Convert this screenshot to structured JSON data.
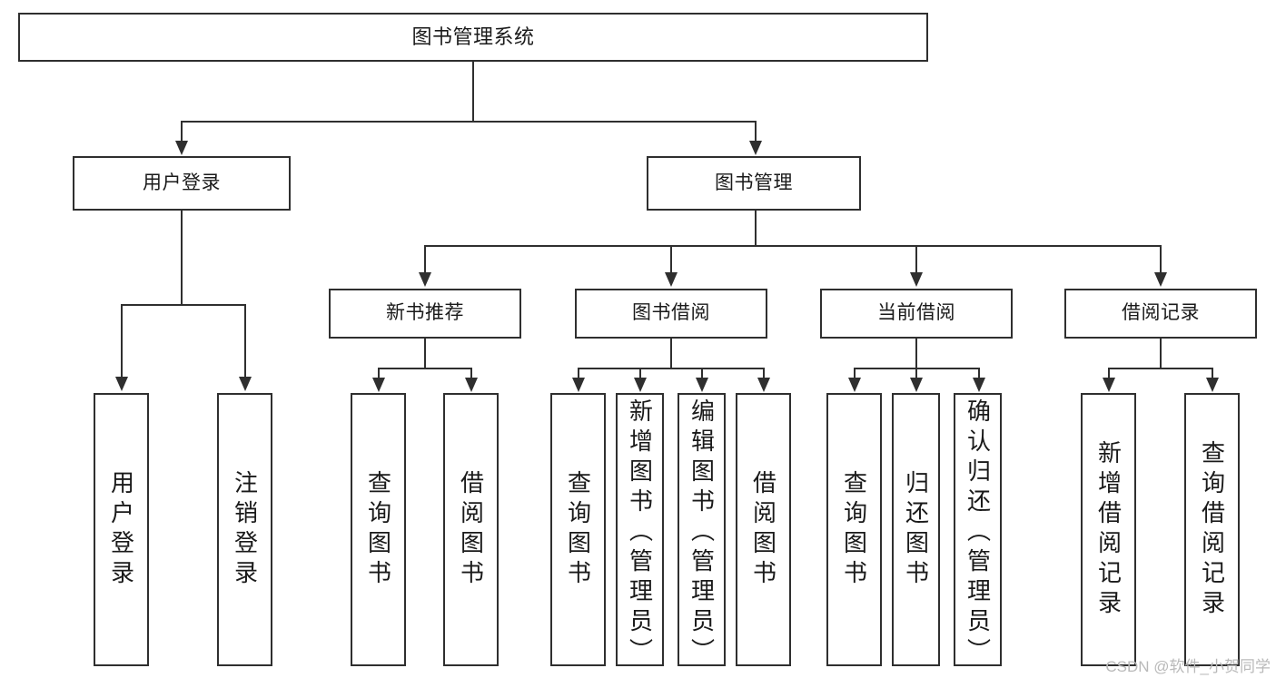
{
  "diagram": {
    "title": "图书管理系统",
    "type": "hierarchy-tree",
    "root": {
      "label": "图书管理系统"
    },
    "level2": [
      {
        "label": "用户登录"
      },
      {
        "label": "图书管理"
      }
    ],
    "level3": [
      {
        "label": "新书推荐"
      },
      {
        "label": "图书借阅"
      },
      {
        "label": "当前借阅"
      },
      {
        "label": "借阅记录"
      }
    ],
    "leaves": [
      {
        "label": "用户登录",
        "parent": "用户登录"
      },
      {
        "label": "注销登录",
        "parent": "用户登录"
      },
      {
        "label": "查询图书",
        "parent": "新书推荐"
      },
      {
        "label": "借阅图书",
        "parent": "新书推荐"
      },
      {
        "label": "查询图书",
        "parent": "图书借阅"
      },
      {
        "label": "新增图书（管理员）",
        "parent": "图书借阅"
      },
      {
        "label": "编辑图书（管理员）",
        "parent": "图书借阅"
      },
      {
        "label": "借阅图书",
        "parent": "图书借阅"
      },
      {
        "label": "查询图书",
        "parent": "当前借阅"
      },
      {
        "label": "归还图书",
        "parent": "当前借阅"
      },
      {
        "label": "确认归还（管理员）",
        "parent": "当前借阅"
      },
      {
        "label": "新增借阅记录",
        "parent": "借阅记录"
      },
      {
        "label": "查询借阅记录",
        "parent": "借阅记录"
      }
    ]
  },
  "watermark": {
    "text": "CSDN @软件_小贺同学"
  },
  "colors": {
    "stroke": "#2f2f2f",
    "fill": "#ffffff",
    "text": "#1a1a1a",
    "watermark": "#b9b9b9"
  }
}
